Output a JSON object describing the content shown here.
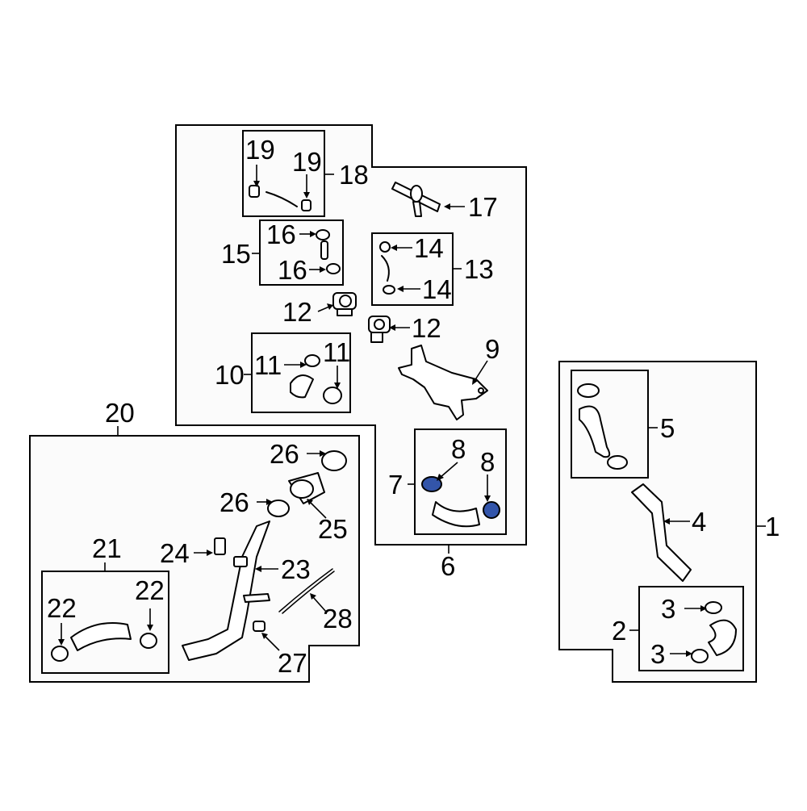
{
  "diagram": {
    "highlight_color": "#3355aa",
    "callouts": {
      "c1": "1",
      "c2": "2",
      "c3a": "3",
      "c3b": "3",
      "c4": "4",
      "c5": "5",
      "c6": "6",
      "c7": "7",
      "c8a": "8",
      "c8b": "8",
      "c9": "9",
      "c10": "10",
      "c11a": "11",
      "c11b": "11",
      "c12a": "12",
      "c12b": "12",
      "c13": "13",
      "c14a": "14",
      "c14b": "14",
      "c15": "15",
      "c16a": "16",
      "c16b": "16",
      "c17": "17",
      "c18": "18",
      "c19a": "19",
      "c19b": "19",
      "c20": "20",
      "c21": "21",
      "c22a": "22",
      "c22b": "22",
      "c23": "23",
      "c24": "24",
      "c25": "25",
      "c26a": "26",
      "c26b": "26",
      "c27": "27",
      "c28": "28"
    }
  }
}
